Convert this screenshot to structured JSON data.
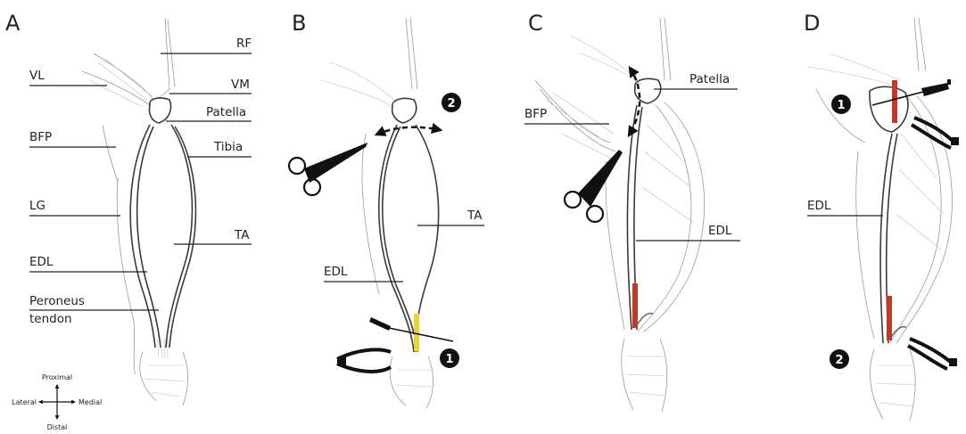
{
  "panels": {
    "a": {
      "letter": "A",
      "labels": {
        "rf": "RF",
        "vl": "VL",
        "vm": "VM",
        "patella": "Patella",
        "bfp": "BFP",
        "tibia": "Tibia",
        "lg": "LG",
        "ta": "TA",
        "edl": "EDL",
        "peroneus_1": "Peroneus",
        "peroneus_2": "tendon"
      }
    },
    "b": {
      "letter": "B",
      "labels": {
        "ta": "TA",
        "edl": "EDL"
      },
      "markers": [
        "2",
        "1"
      ]
    },
    "c": {
      "letter": "C",
      "labels": {
        "patella": "Patella",
        "bfp": "BFP",
        "edl": "EDL"
      }
    },
    "d": {
      "letter": "D",
      "labels": {
        "edl": "EDL"
      },
      "markers": [
        "1",
        "2"
      ]
    }
  },
  "compass": {
    "proximal": "Proximal",
    "distal": "Distal",
    "lateral": "Lateral",
    "medial": "Medial"
  },
  "colors": {
    "tendon_highlight_b": "#e8d33a",
    "tendon_cut": "#c0392b",
    "ink": "#222222",
    "sketch": "#9a9a9a"
  },
  "icons": [
    "scissors-icon",
    "forceps-icon",
    "scalpel-icon",
    "dashed-double-arrow-icon"
  ]
}
